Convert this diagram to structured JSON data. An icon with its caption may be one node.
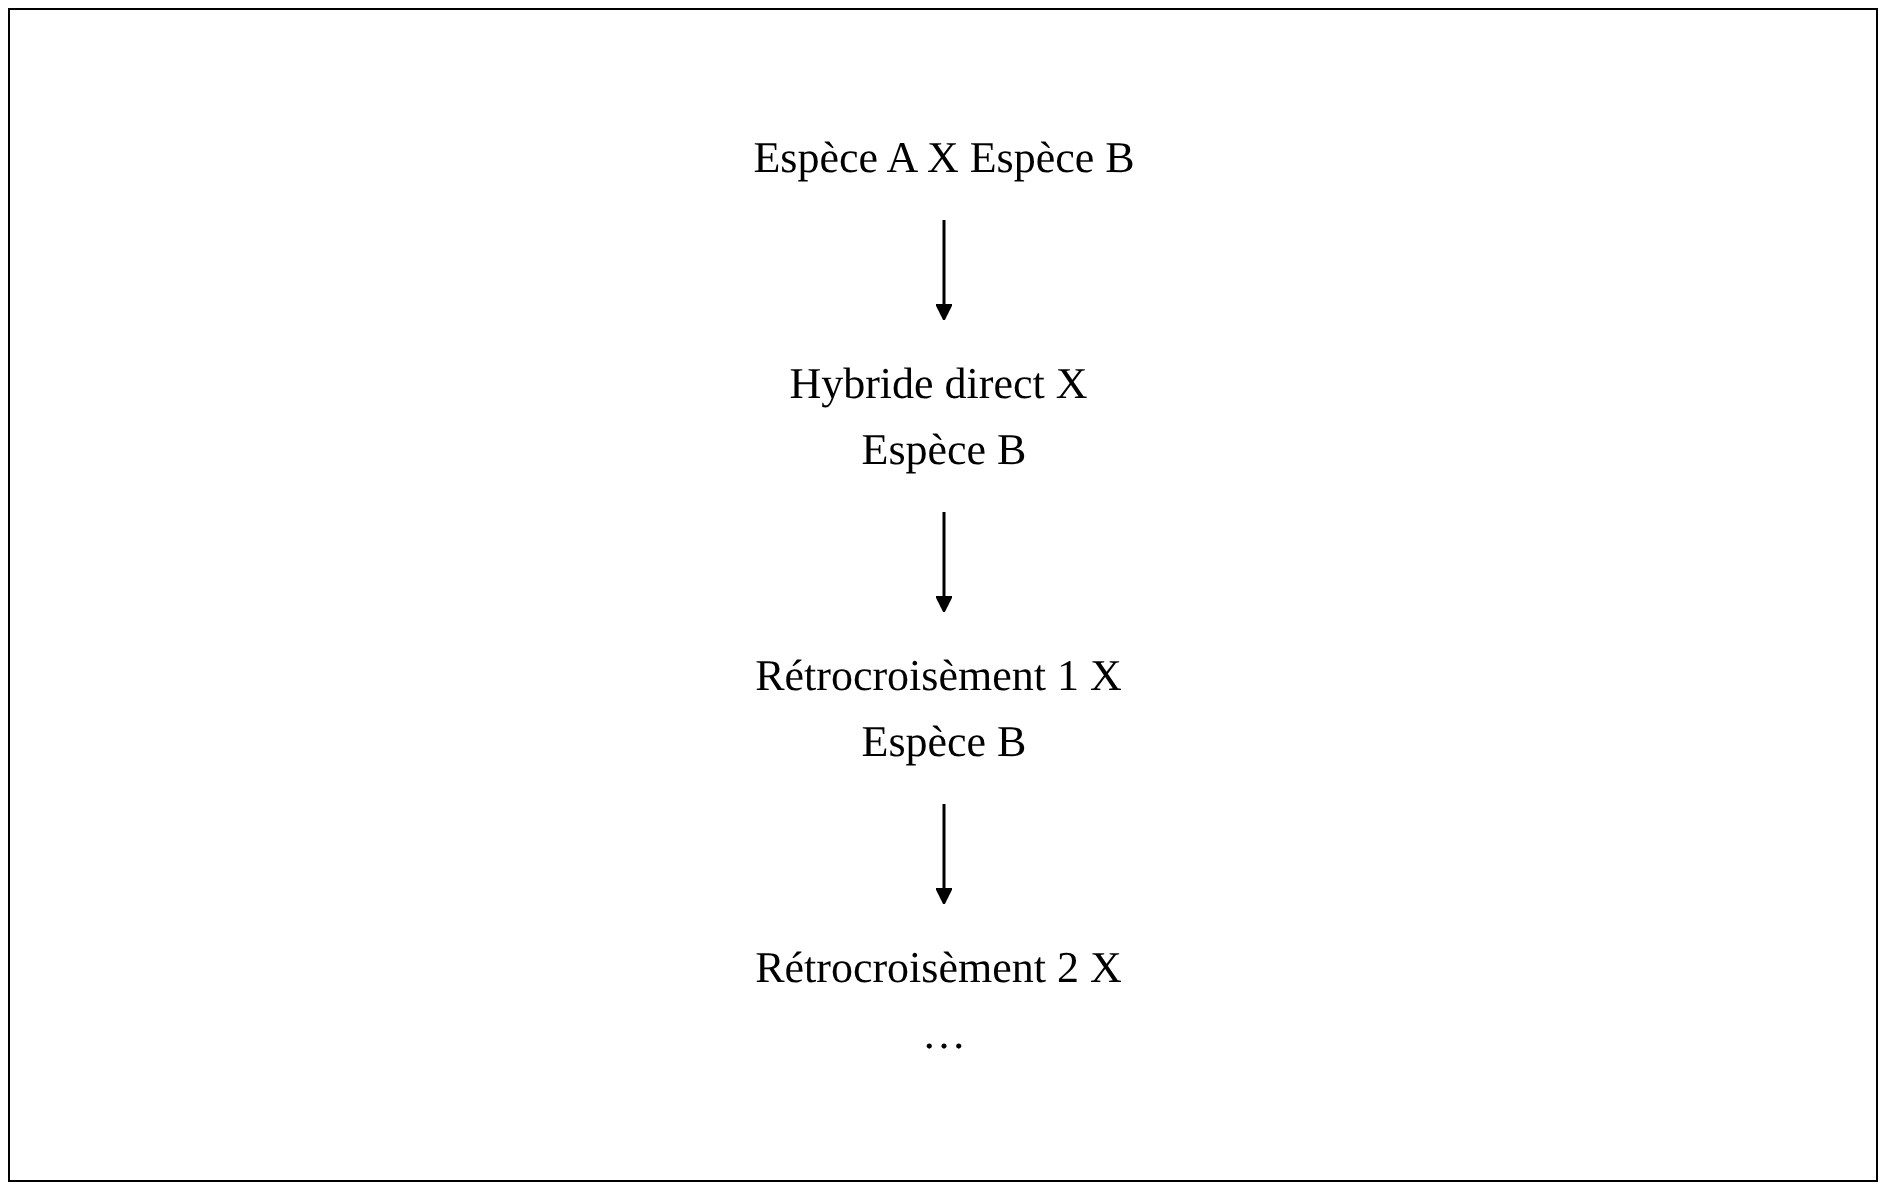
{
  "diagram": {
    "nodes": [
      {
        "text": [
          "Espèce A X Espèce B"
        ]
      },
      {
        "text": [
          "Hybride direct X Espèce B"
        ]
      },
      {
        "text": [
          "Rétrocroisèment 1 X Espèce B"
        ]
      },
      {
        "text": [
          "Rétrocroisèment 2 X …"
        ]
      }
    ],
    "edges": [
      {
        "from": 0,
        "to": 1,
        "arrow": "to"
      },
      {
        "from": 1,
        "to": 2,
        "arrow": "to"
      },
      {
        "from": 2,
        "to": 3,
        "arrow": "to"
      }
    ]
  }
}
